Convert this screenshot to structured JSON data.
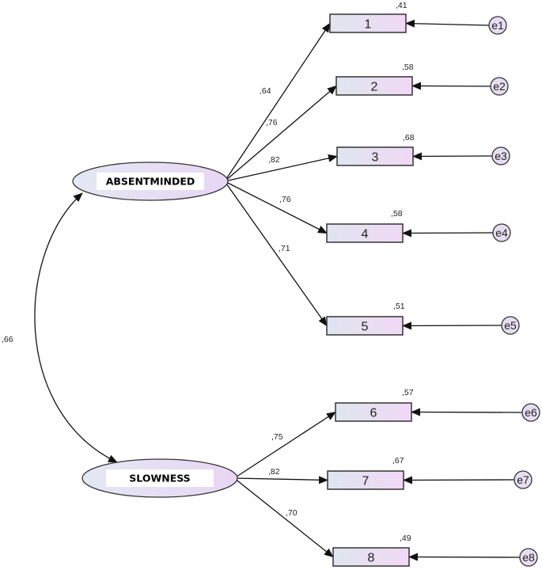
{
  "latents": [
    {
      "id": "absentminded",
      "label": "ABSENTMINDED"
    },
    {
      "id": "slowness",
      "label": "SLOWNESS"
    }
  ],
  "correlation": {
    "from": "absentminded",
    "to": "slowness",
    "value": ",66"
  },
  "indicators": [
    {
      "label": "1",
      "factor": "absentminded",
      "loading": ",64",
      "r2": ",41",
      "error": "e1"
    },
    {
      "label": "2",
      "factor": "absentminded",
      "loading": ",76",
      "r2": ",58",
      "error": "e2"
    },
    {
      "label": "3",
      "factor": "absentminded",
      "loading": ",82",
      "r2": ",68",
      "error": "e3"
    },
    {
      "label": "4",
      "factor": "absentminded",
      "loading": ",76",
      "r2": ",58",
      "error": "e4"
    },
    {
      "label": "5",
      "factor": "absentminded",
      "loading": ",71",
      "r2": ",51",
      "error": "e5"
    },
    {
      "label": "6",
      "factor": "slowness",
      "loading": ",75",
      "r2": ",57",
      "error": "e6"
    },
    {
      "label": "7",
      "factor": "slowness",
      "loading": ",82",
      "r2": ",67",
      "error": "e7"
    },
    {
      "label": "8",
      "factor": "slowness",
      "loading": ",70",
      "r2": ",49",
      "error": "e8"
    }
  ],
  "colors": {
    "box_fill_start": "#dfe6ef",
    "box_fill_end": "#f0d8f4",
    "ellipse_fill_start": "#e3e8f3",
    "ellipse_fill_end": "#e8d6f4",
    "stroke": "#333333",
    "label_bg": "#ffffff"
  }
}
